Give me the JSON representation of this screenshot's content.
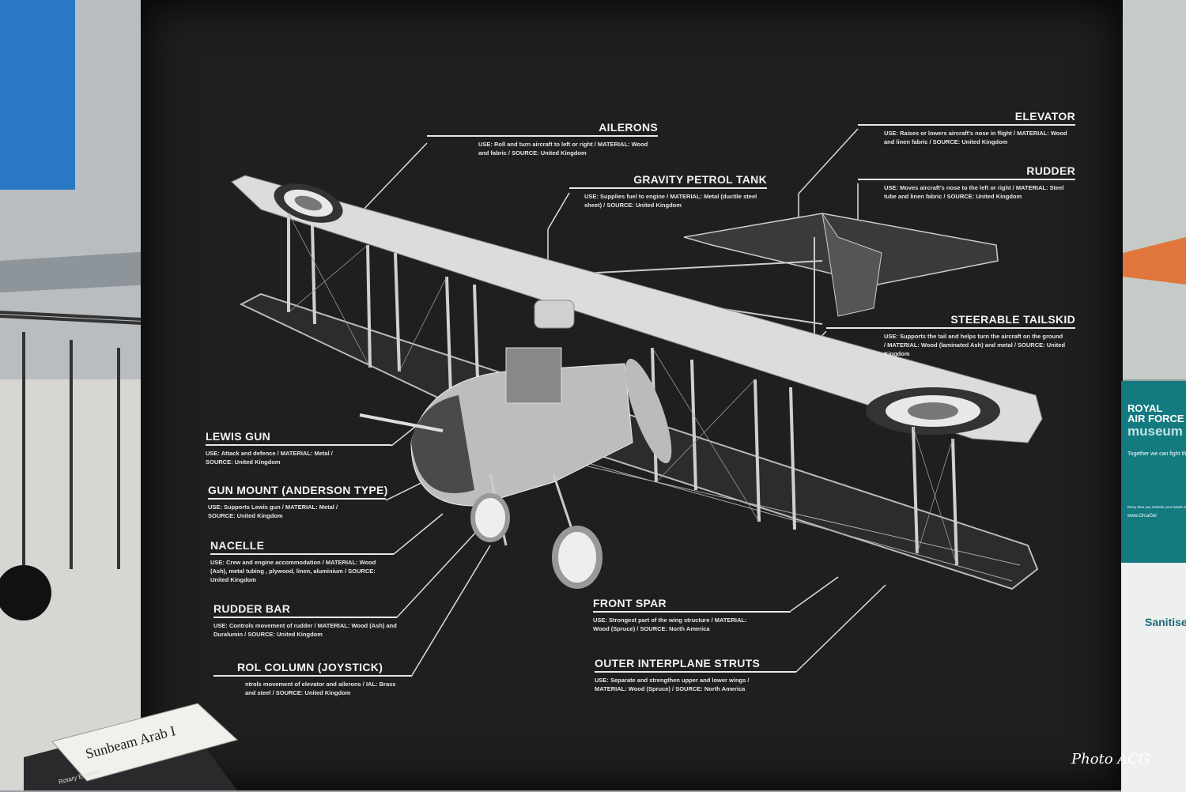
{
  "labels": {
    "ailerons": {
      "title": "AILERONS",
      "text": "USE: Roll and turn aircraft to left or right / MATERIAL: Wood and fabric / SOURCE: United Kingdom"
    },
    "gravity_petrol_tank": {
      "title": "GRAVITY PETROL TANK",
      "text": "USE: Supplies fuel to engine / MATERIAL: Metal (ductile steel sheet) / SOURCE: United Kingdom"
    },
    "elevator": {
      "title": "ELEVATOR",
      "text": "USE: Raises or lowers aircraft's nose in flight / MATERIAL: Wood and linen fabric / SOURCE: United Kingdom"
    },
    "rudder": {
      "title": "RUDDER",
      "text": "USE: Moves aircraft's nose to the left or right / MATERIAL: Steel tube and linen fabric / SOURCE: United Kingdom"
    },
    "steerable_tailskid": {
      "title": "STEERABLE TAILSKID",
      "text": "USE: Supports the tail and helps turn the aircraft on the ground / MATERIAL: Wood (laminated Ash) and metal / SOURCE: United Kingdom"
    },
    "lewis_gun": {
      "title": "LEWIS GUN",
      "text": "USE: Attack and defence / MATERIAL: Metal / SOURCE: United Kingdom"
    },
    "gun_mount": {
      "title": "GUN MOUNT (ANDERSON TYPE)",
      "text": "USE: Supports Lewis gun / MATERIAL: Metal / SOURCE: United Kingdom"
    },
    "nacelle": {
      "title": "NACELLE",
      "text": "USE: Crew and engine accommodation / MATERIAL: Wood (Ash), metal tubing , plywood, linen, aluminium / SOURCE: United Kingdom"
    },
    "rudder_bar": {
      "title": "RUDDER BAR",
      "text": "USE: Controls movement of rudder / MATERIAL: Wood (Ash) and Duralumin / SOURCE: United Kingdom"
    },
    "control_column": {
      "title": "ROL COLUMN (JOYSTICK)",
      "text": "ntrols movement of elevator and ailerons / IAL: Brass and steel / SOURCE: United Kingdom"
    },
    "front_spar": {
      "title": "FRONT SPAR",
      "text": "USE: Strongest part of the wing structure / MATERIAL: Wood (Spruce) / SOURCE: North America"
    },
    "outer_interplane_struts": {
      "title": "OUTER INTERPLANE STRUTS",
      "text": "USE: Separate and strengthen upper and lower wings / MATERIAL: Wood (Spruce) / SOURCE: North America"
    }
  },
  "poster": {
    "logo_line1": "ROYAL",
    "logo_line2": "AIR FORCE",
    "logo_line3": "museum",
    "tagline": "Together we can fight the spread of viruses",
    "small": "Every time you sanitise your hands OrcaGel donates to charities across the globe.",
    "url": "www.OrcaGel",
    "box_text": "Sanitise your hands here"
  },
  "booklet": {
    "title": "Sunbeam Arab I",
    "page2": "Rotary Engines"
  },
  "signature": "Photo ACG",
  "colors": {
    "board": "#1f1f1f",
    "poster": "#137a80",
    "roundel_red": "#555555"
  }
}
